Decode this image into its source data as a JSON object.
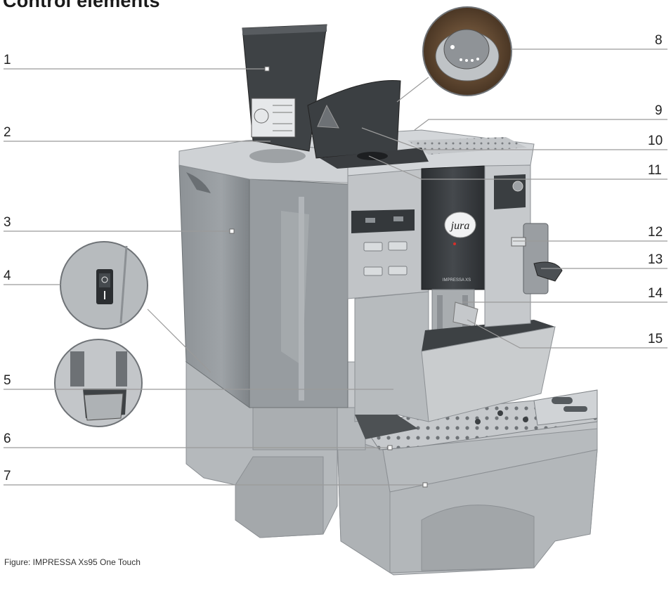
{
  "title": "Control elements",
  "callouts": {
    "c1": "1",
    "c2": "2",
    "c3": "3",
    "c4": "4",
    "c5": "5",
    "c6": "6",
    "c7": "7",
    "c8": "8",
    "c9": "9",
    "c10": "10",
    "c11": "11",
    "c12": "12",
    "c13": "13",
    "c14": "14",
    "c15": "15"
  },
  "brand_logo": "jura",
  "model_text": "IMPRESSA XS",
  "caption": "Figure: IMPRESSA Xs95 One Touch",
  "colors": {
    "body_silver": "#b9bdc0",
    "panel_dark": "#3a3d40",
    "leader_line": "#9a9a9a"
  }
}
